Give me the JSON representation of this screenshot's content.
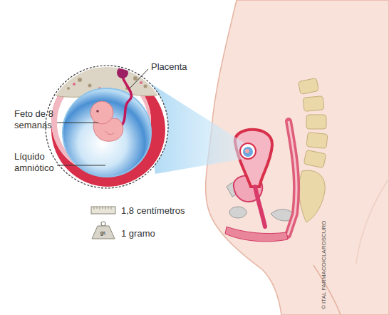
{
  "diagram": {
    "labels": [
      "Placenta",
      "Feto de 8 semanas",
      "Líquido amniótico",
      "1,8 centímetros",
      "gr.",
      "1 gramo",
      "© ITAL FARMACO/CLAROSCURO"
    ]
  }
}
